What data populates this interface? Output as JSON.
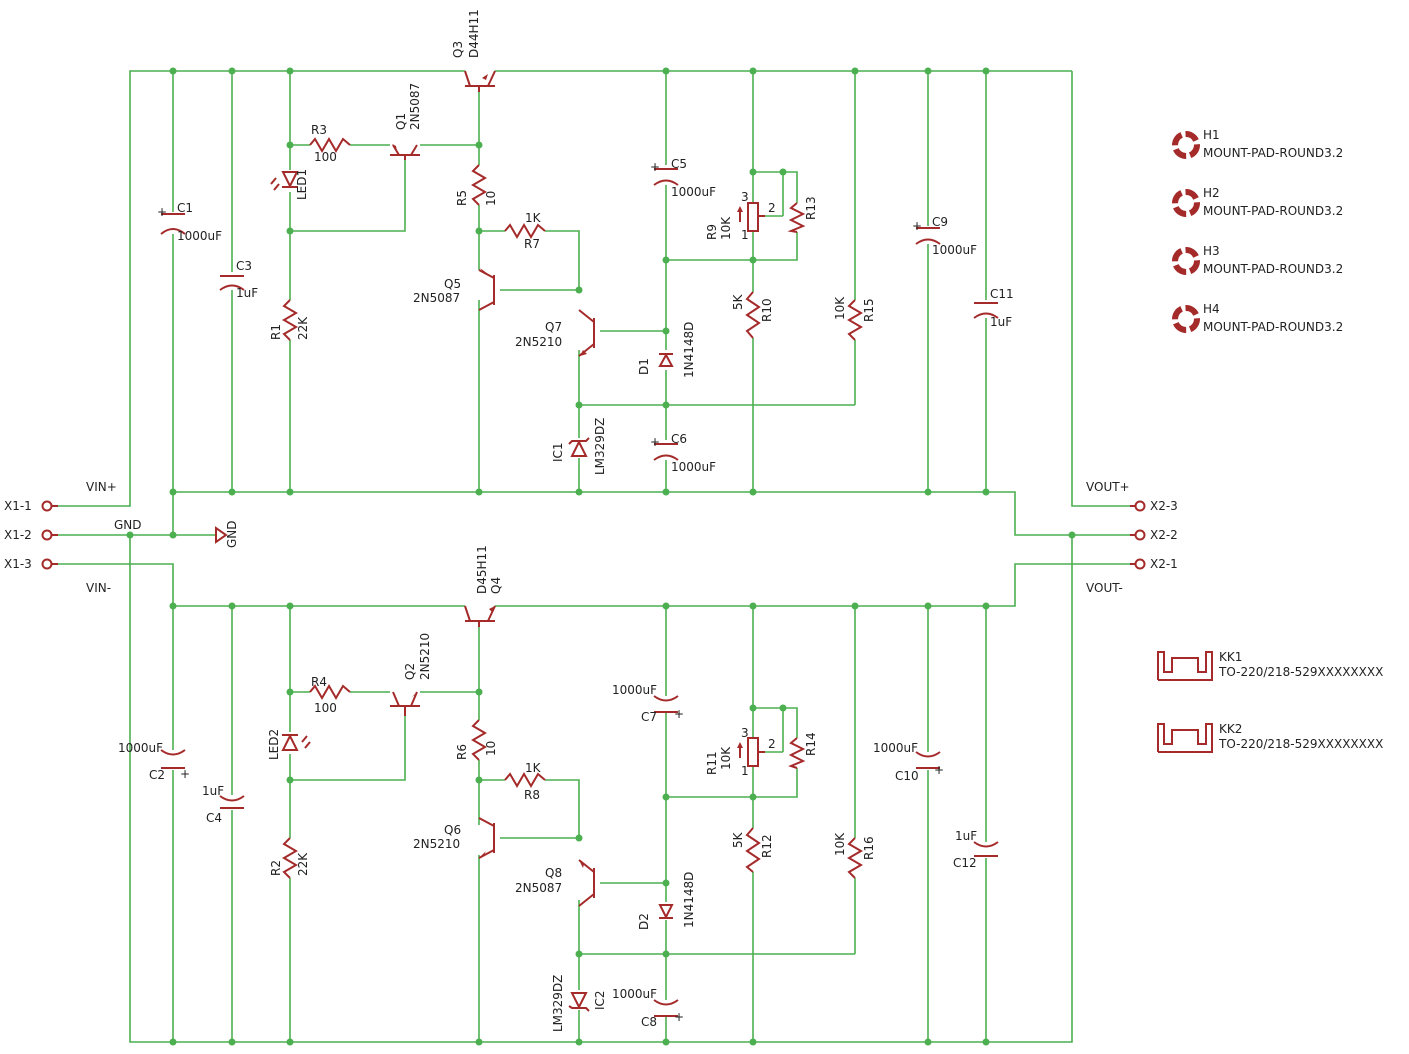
{
  "parts": {
    "Q3": {
      "ref": "Q3",
      "val": "D44H11"
    },
    "Q4": {
      "ref": "Q4",
      "val": "D45H11"
    },
    "Q1": {
      "ref": "Q1",
      "val": "2N5087"
    },
    "Q2": {
      "ref": "Q2",
      "val": "2N5210"
    },
    "Q5": {
      "ref": "Q5",
      "val": "2N5087"
    },
    "Q6": {
      "ref": "Q6",
      "val": "2N5210"
    },
    "Q7": {
      "ref": "Q7",
      "val": "2N5210"
    },
    "Q8": {
      "ref": "Q8",
      "val": "2N5087"
    },
    "R1": {
      "ref": "R1",
      "val": "22K"
    },
    "R2": {
      "ref": "R2",
      "val": "22K"
    },
    "R3": {
      "ref": "R3",
      "val": "100"
    },
    "R4": {
      "ref": "R4",
      "val": "100"
    },
    "R5": {
      "ref": "R5",
      "val": "10"
    },
    "R6": {
      "ref": "R6",
      "val": "10"
    },
    "R7": {
      "ref": "R7",
      "val": "1K"
    },
    "R8": {
      "ref": "R8",
      "val": "1K"
    },
    "R9": {
      "ref": "R9",
      "val": "10K"
    },
    "R11": {
      "ref": "R11",
      "val": "10K"
    },
    "R10": {
      "ref": "R10",
      "val": "5K"
    },
    "R12": {
      "ref": "R12",
      "val": "5K"
    },
    "R13": {
      "ref": "R13",
      "val": ""
    },
    "R14": {
      "ref": "R14",
      "val": ""
    },
    "R15": {
      "ref": "R15",
      "val": "10K"
    },
    "R16": {
      "ref": "R16",
      "val": "10K"
    },
    "C1": {
      "ref": "C1",
      "val": "1000uF"
    },
    "C2": {
      "ref": "C2",
      "val": "1000uF"
    },
    "C3": {
      "ref": "C3",
      "val": "1uF"
    },
    "C4": {
      "ref": "C4",
      "val": "1uF"
    },
    "C5": {
      "ref": "C5",
      "val": "1000uF"
    },
    "C6": {
      "ref": "C6",
      "val": "1000uF"
    },
    "C7": {
      "ref": "C7",
      "val": "1000uF"
    },
    "C8": {
      "ref": "C8",
      "val": "1000uF"
    },
    "C9": {
      "ref": "C9",
      "val": "1000uF"
    },
    "C10": {
      "ref": "C10",
      "val": "1000uF"
    },
    "C11": {
      "ref": "C11",
      "val": "1uF"
    },
    "C12": {
      "ref": "C12",
      "val": "1uF"
    },
    "D1": {
      "ref": "D1",
      "val": "1N4148D"
    },
    "D2": {
      "ref": "D2",
      "val": "1N4148D"
    },
    "IC1": {
      "ref": "IC1",
      "val": "LM329DZ"
    },
    "IC2": {
      "ref": "IC2",
      "val": "LM329DZ"
    },
    "LED1": {
      "ref": "LED1"
    },
    "LED2": {
      "ref": "LED2"
    }
  },
  "pot_pins": {
    "p1": "1",
    "p2": "2",
    "p3": "3"
  },
  "connectors": {
    "X1_1": "X1-1",
    "X1_2": "X1-2",
    "X1_3": "X1-3",
    "X2_1": "X2-1",
    "X2_2": "X2-2",
    "X2_3": "X2-3"
  },
  "nets": {
    "vin_pos": "VIN+",
    "gnd": "GND",
    "vin_neg": "VIN-",
    "vout_pos": "VOUT+",
    "vout_neg": "VOUT-",
    "gnd_symbol": "GND"
  },
  "mount_pads": [
    {
      "ref": "H1",
      "val": "MOUNT-PAD-ROUND3.2"
    },
    {
      "ref": "H2",
      "val": "MOUNT-PAD-ROUND3.2"
    },
    {
      "ref": "H3",
      "val": "MOUNT-PAD-ROUND3.2"
    },
    {
      "ref": "H4",
      "val": "MOUNT-PAD-ROUND3.2"
    }
  ],
  "heatsinks": [
    {
      "ref": "KK1",
      "val": "TO-220/218-529XXXXXXXX"
    },
    {
      "ref": "KK2",
      "val": "TO-220/218-529XXXXXXXX"
    }
  ],
  "colors": {
    "wire": "#4caf50",
    "symbol": "#a52a2a",
    "text": "#222222"
  }
}
